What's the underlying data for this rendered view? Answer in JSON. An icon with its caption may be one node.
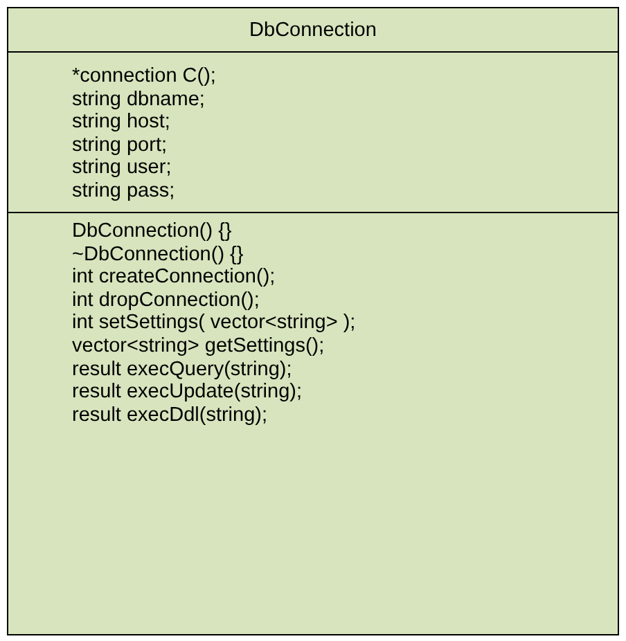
{
  "diagram": {
    "nodes": [
      {
        "text": [
          "DbConnection"
        ]
      },
      {
        "text": [
          "*connection C();",
          "string dbname;",
          "string host;",
          "string port;",
          "string user;",
          "string pass;"
        ],
        "in": 0
      },
      {
        "text": [
          "DbConnection() {}",
          "~DbConnection() {}",
          "int createConnection();",
          "int dropConnection();",
          "int setSettings( vector<string> );",
          "vector<string> getSettings();",
          "result execQuery(string);",
          "result execUpdate(string);",
          "result execDdl(string);"
        ],
        "in": 0
      }
    ]
  }
}
